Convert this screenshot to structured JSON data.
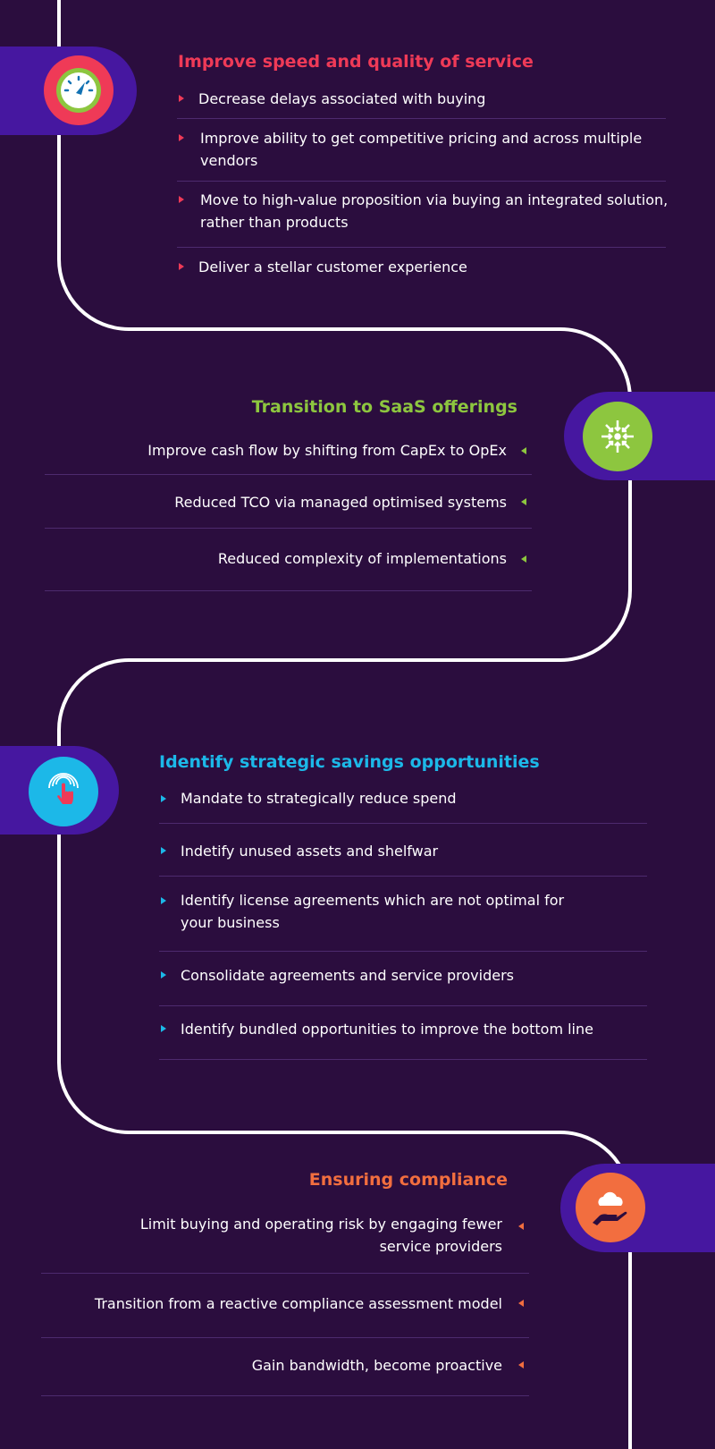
{
  "colors": {
    "background": "#2b0d3e",
    "pill": "#4617a0",
    "red": "#ef3a57",
    "green": "#8dc63f",
    "blue": "#1cb8e8",
    "orange": "#f26e3f"
  },
  "sections": [
    {
      "title": "Improve speed and quality of service",
      "icon": "speedometer-icon",
      "items": [
        "Decrease delays associated with buying",
        "Improve ability to get competitive pricing and across multiple vendors",
        "Move to high-value proposition via buying an integrated solution, rather than products",
        "Deliver a stellar customer experience"
      ]
    },
    {
      "title": "Transition to SaaS offerings",
      "icon": "converge-arrows-icon",
      "items": [
        "Improve cash flow by shifting from CapEx to OpEx",
        "Reduced TCO via managed optimised systems",
        "Reduced complexity of implementations"
      ]
    },
    {
      "title": "Identify strategic savings opportunities",
      "icon": "touch-signal-icon",
      "items": [
        "Mandate to strategically reduce spend",
        "Indetify unused assets and shelfwar",
        "Identify license agreements which are not optimal for your business",
        "Consolidate agreements and service providers",
        "Identify bundled opportunities to improve the bottom line"
      ]
    },
    {
      "title": "Ensuring compliance",
      "icon": "cloud-hand-icon",
      "items": [
        "Limit buying and operating risk by engaging fewer service providers",
        "Transition from a reactive compliance assessment model",
        "Gain bandwidth, become proactive"
      ]
    }
  ]
}
